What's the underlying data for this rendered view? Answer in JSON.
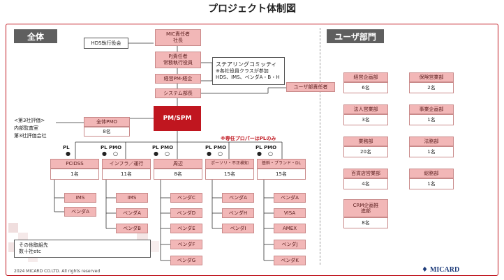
{
  "title": "プロジェクト体制図",
  "sections": {
    "left": "全体",
    "right": "ユーザ部門"
  },
  "top": {
    "mic": [
      "MIC責任者",
      "社長"
    ],
    "hds": "HDS執行役会",
    "pj": [
      "PJ責任者",
      "常務執行役員"
    ],
    "steering": {
      "title": "ステアリングコミッティ",
      "note": "※各社役員クラスが参加",
      "members": "HDS、IMS、ベンダA・B・H"
    },
    "keiei": "経営PM-経企",
    "system": "システム部長",
    "user_mgr": "ユーザ部責任者",
    "pm": "PM/SPM"
  },
  "third_party": {
    "title": "<第3社評価>",
    "items": [
      "内部監査室",
      "第3社評価会社"
    ]
  },
  "pmo": {
    "label": "全体PMO",
    "count": "8名"
  },
  "note_red": "※専任プロパーはPLのみ",
  "role_labels": {
    "pl": "PL",
    "pmo": "PMO"
  },
  "teams": [
    {
      "name": "PCIDSS",
      "count": "1名",
      "has_pmo": false,
      "vendors": [
        "IMS",
        "ベンダA"
      ]
    },
    {
      "name": "インフラ／運行",
      "count": "11名",
      "has_pmo": true,
      "vendors": [
        "IMS",
        "ベンダA",
        "ベンダB"
      ]
    },
    {
      "name": "周辺",
      "count": "8名",
      "has_pmo": true,
      "vendors": [
        "ベンダC",
        "ベンダD",
        "ベンダE",
        "ベンダF",
        "ベンダG"
      ]
    },
    {
      "name": "ポーソリ・不正検知",
      "count": "15名",
      "has_pmo": true,
      "vendors": [
        "ベンダA",
        "ベンダH",
        "ベンダI"
      ]
    },
    {
      "name": "基幹・ブランド・DL",
      "count": "15名",
      "has_pmo": true,
      "vendors": [
        "ベンダA",
        "VISA",
        "AMEX",
        "ベンダJ",
        "ベンダK"
      ]
    }
  ],
  "other": [
    "その他取組先",
    "数十社etc"
  ],
  "footer": "2024 MICARD CO.LTD. All rights reserved",
  "logo": "MICARD",
  "departments": [
    {
      "name": "経営企画部",
      "count": "6名"
    },
    {
      "name": "保険営業部",
      "count": "2名"
    },
    {
      "name": "法人営業部",
      "count": "3名"
    },
    {
      "name": "事業企画部",
      "count": "1名"
    },
    {
      "name": "業務部",
      "count": "20名"
    },
    {
      "name": "法務部",
      "count": "1名"
    },
    {
      "name": "百貨店営業部",
      "count": "4名"
    },
    {
      "name": "総務部",
      "count": "1名"
    },
    {
      "name": "CRM企画推進部",
      "count": "8名"
    }
  ],
  "colors": {
    "accent": "#c0161f",
    "pink": "#f2b7b7",
    "header": "#5f5f5f",
    "frame": "#c0161f"
  }
}
